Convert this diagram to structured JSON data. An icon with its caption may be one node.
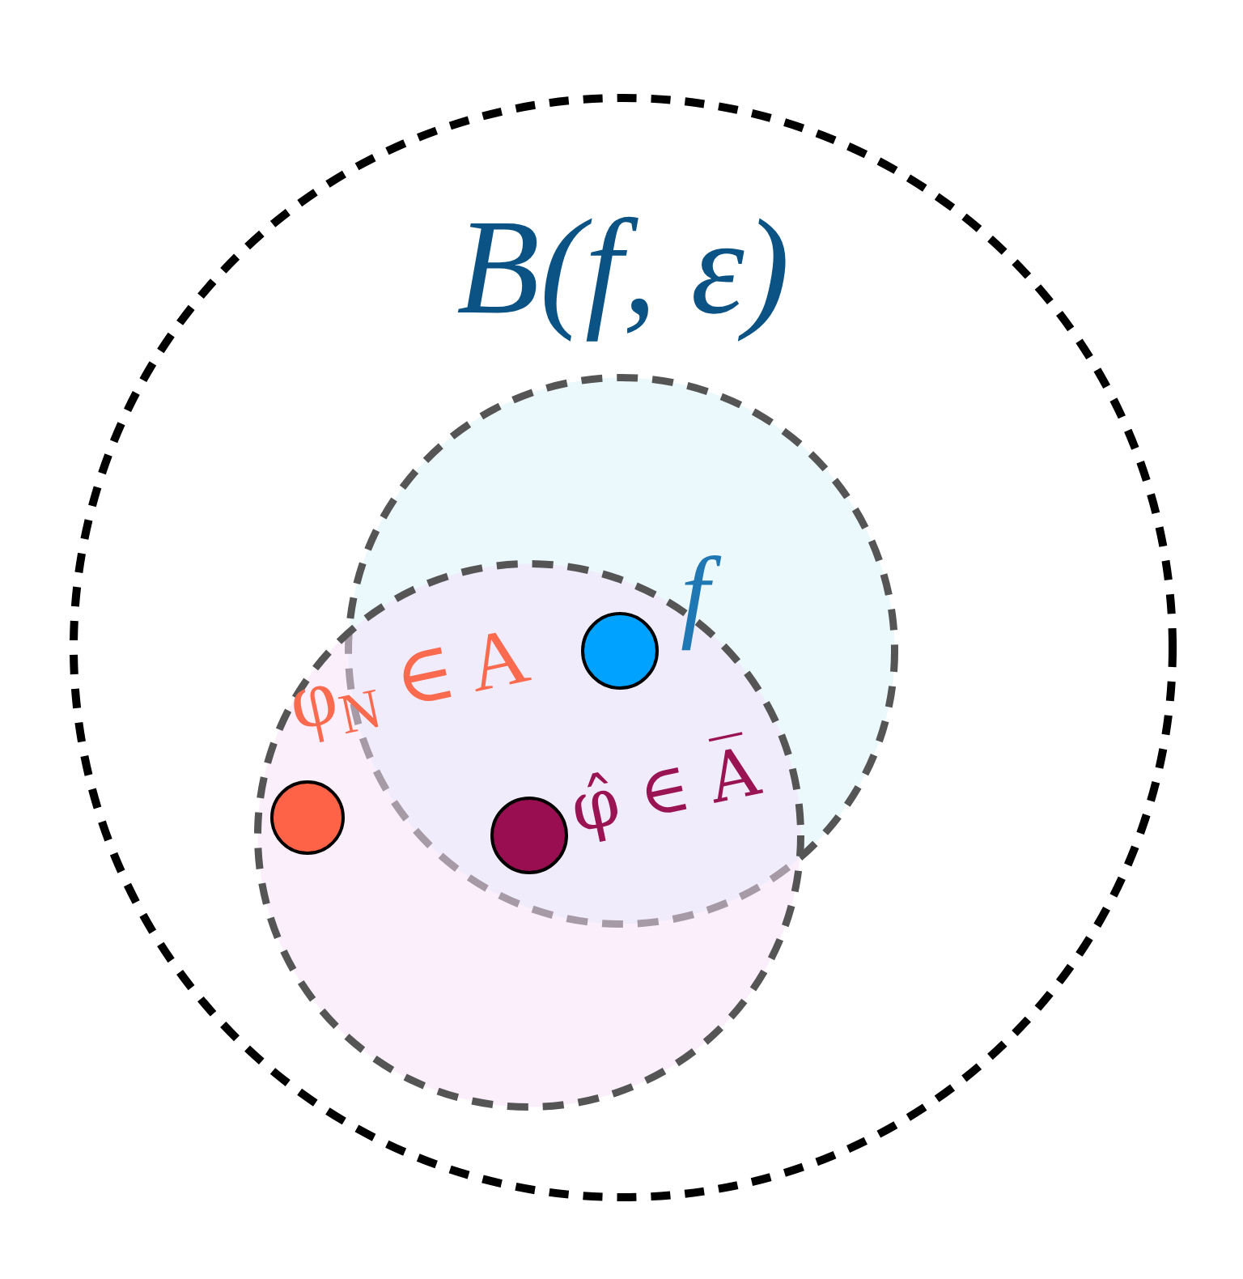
{
  "diagram": {
    "nodes": [
      {
        "text": [
          "B(f, ε)"
        ]
      },
      {
        "text": [],
        "shape": "circle",
        "in": 0
      },
      {
        "text": [],
        "shape": "circle",
        "in": 0
      },
      {
        "text": [],
        "shape": "circle",
        "beside": [
          "f"
        ]
      },
      {
        "text": [],
        "shape": "circle",
        "in": 2,
        "beside": [
          "φ$_{N}$ ∈ A"
        ]
      },
      {
        "text": [],
        "shape": "circle",
        "beside": [
          "φ̂ ∈ A̅"
        ]
      }
    ]
  }
}
